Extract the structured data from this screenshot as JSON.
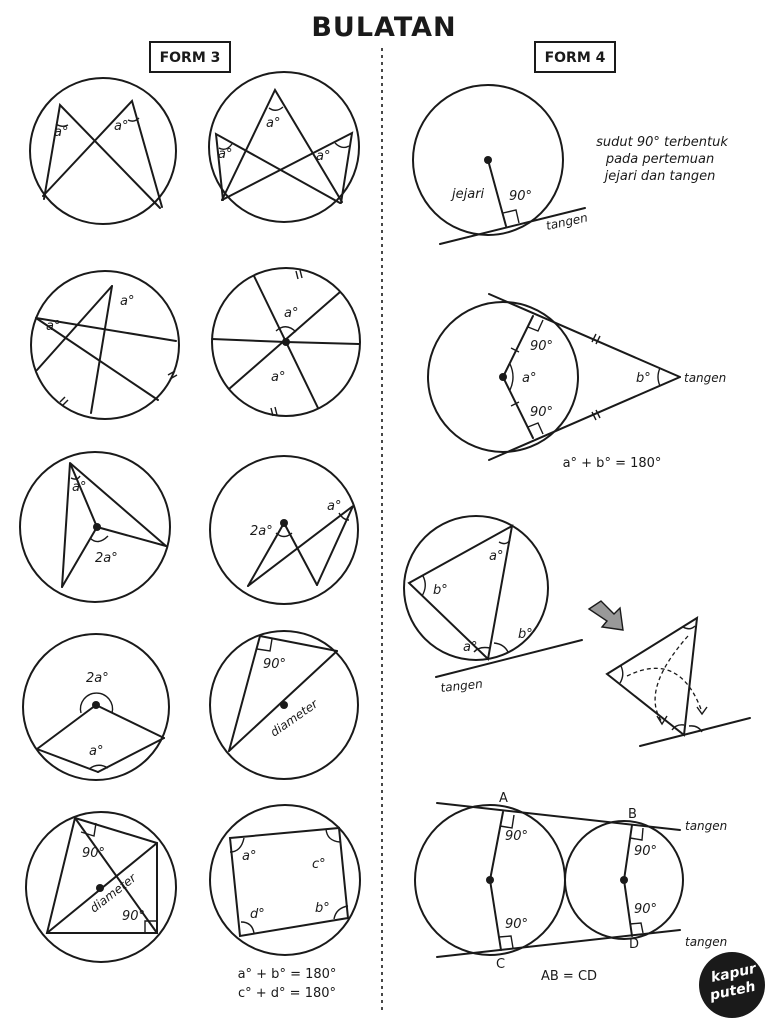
{
  "title": "BULATAN",
  "form3": {
    "label": "FORM 3"
  },
  "form4": {
    "label": "FORM 4"
  },
  "f3": {
    "d1": {
      "a1": "a°",
      "a2": "a°"
    },
    "d2": {
      "a1": "a°",
      "a2": "a°",
      "a3": "a°"
    },
    "d3": {
      "a1": "a°",
      "a2": "a°"
    },
    "d4": {
      "a1": "a°",
      "a2": "a°"
    },
    "d5": {
      "a1": "a°",
      "a2": "2a°"
    },
    "d6": {
      "a1": "a°",
      "a2": "2a°"
    },
    "d7": {
      "a1": "2a°",
      "a2": "a°"
    },
    "d8": {
      "a1": "90°",
      "diameter": "diameter"
    },
    "d9": {
      "a1": "90°",
      "a2": "90°",
      "diameter": "diameter"
    },
    "d10": {
      "a": "a°",
      "b": "b°",
      "c": "c°",
      "d": "d°",
      "eq1": "a° + b° = 180°",
      "eq2": "c° + d° = 180°"
    }
  },
  "f4": {
    "d1": {
      "note1": "sudut 90° terbentuk",
      "note2": "pada pertemuan",
      "note3": "jejari dan tangen",
      "jejari": "jejari",
      "angle": "90°",
      "tangen": "tangen"
    },
    "d2": {
      "a1": "90°",
      "a2": "90°",
      "a": "a°",
      "b": "b°",
      "tangen": "tangen",
      "eq": "a° + b° = 180°"
    },
    "d3": {
      "a": "a°",
      "b1": "b°",
      "b2": "b°",
      "a2": "a°",
      "tangen": "tangen"
    },
    "d4": {
      "A": "A",
      "B": "B",
      "C": "C",
      "D": "D",
      "a1": "90°",
      "a2": "90°",
      "a3": "90°",
      "a4": "90°",
      "tangen1": "tangen",
      "tangen2": "tangen",
      "eq": "AB = CD"
    }
  },
  "logo": {
    "line1": "kapur",
    "line2": "puteh"
  }
}
